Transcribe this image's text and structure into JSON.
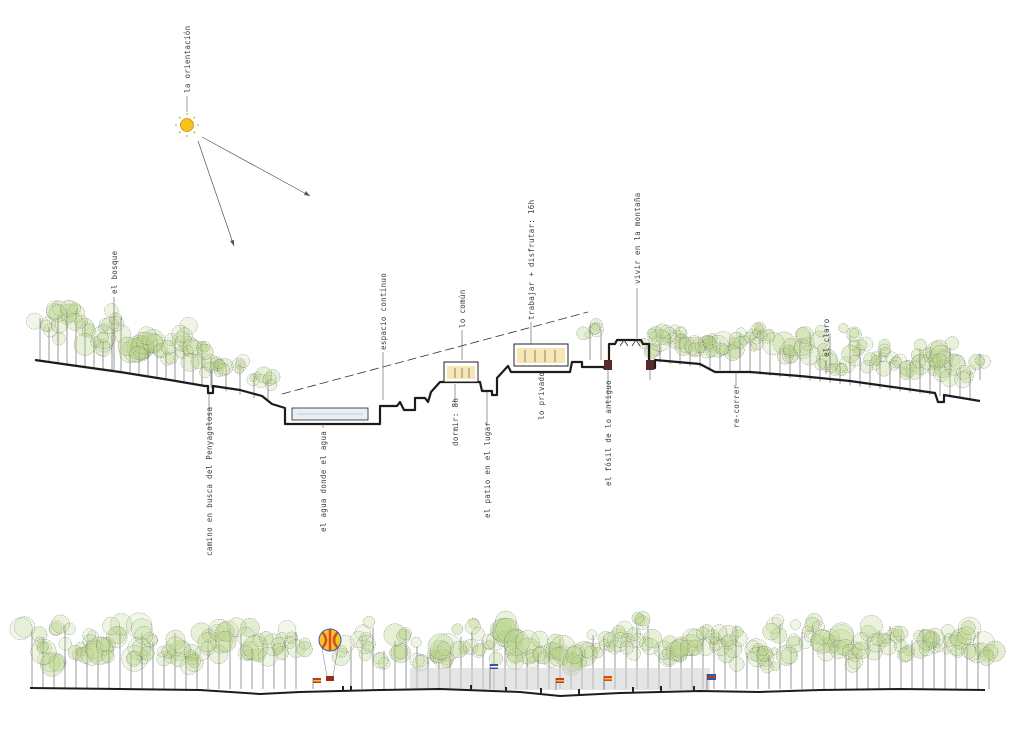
{
  "colors": {
    "ground": "#1c1c1c",
    "tree_green": "#b9d58a",
    "tree_line": "#555555",
    "sun": "#f6c21c",
    "ray": "#555555",
    "label": "#3a3a3a"
  },
  "labels": {
    "orientation": "la orientación",
    "forest": "el bosque",
    "path": "camino en busca del Penyagolosa",
    "water": "el agua donde el agua",
    "continuous_space": "espacio contínuo",
    "common": "lo común",
    "sleep": "dormir: 8h",
    "patio": "el patio en el lugar",
    "work_enjoy": "trabajar + disfrutar: 16h",
    "private": "lo privado",
    "fossil": "el fósil de lo antiguo",
    "mountain_living": "vivir en la montaña",
    "re_walk": "re-correr",
    "clearing": "el claro"
  },
  "icons": {
    "sun": "sun-icon",
    "balloon": "hot-air-balloon-icon",
    "flags": "flag-icon"
  }
}
